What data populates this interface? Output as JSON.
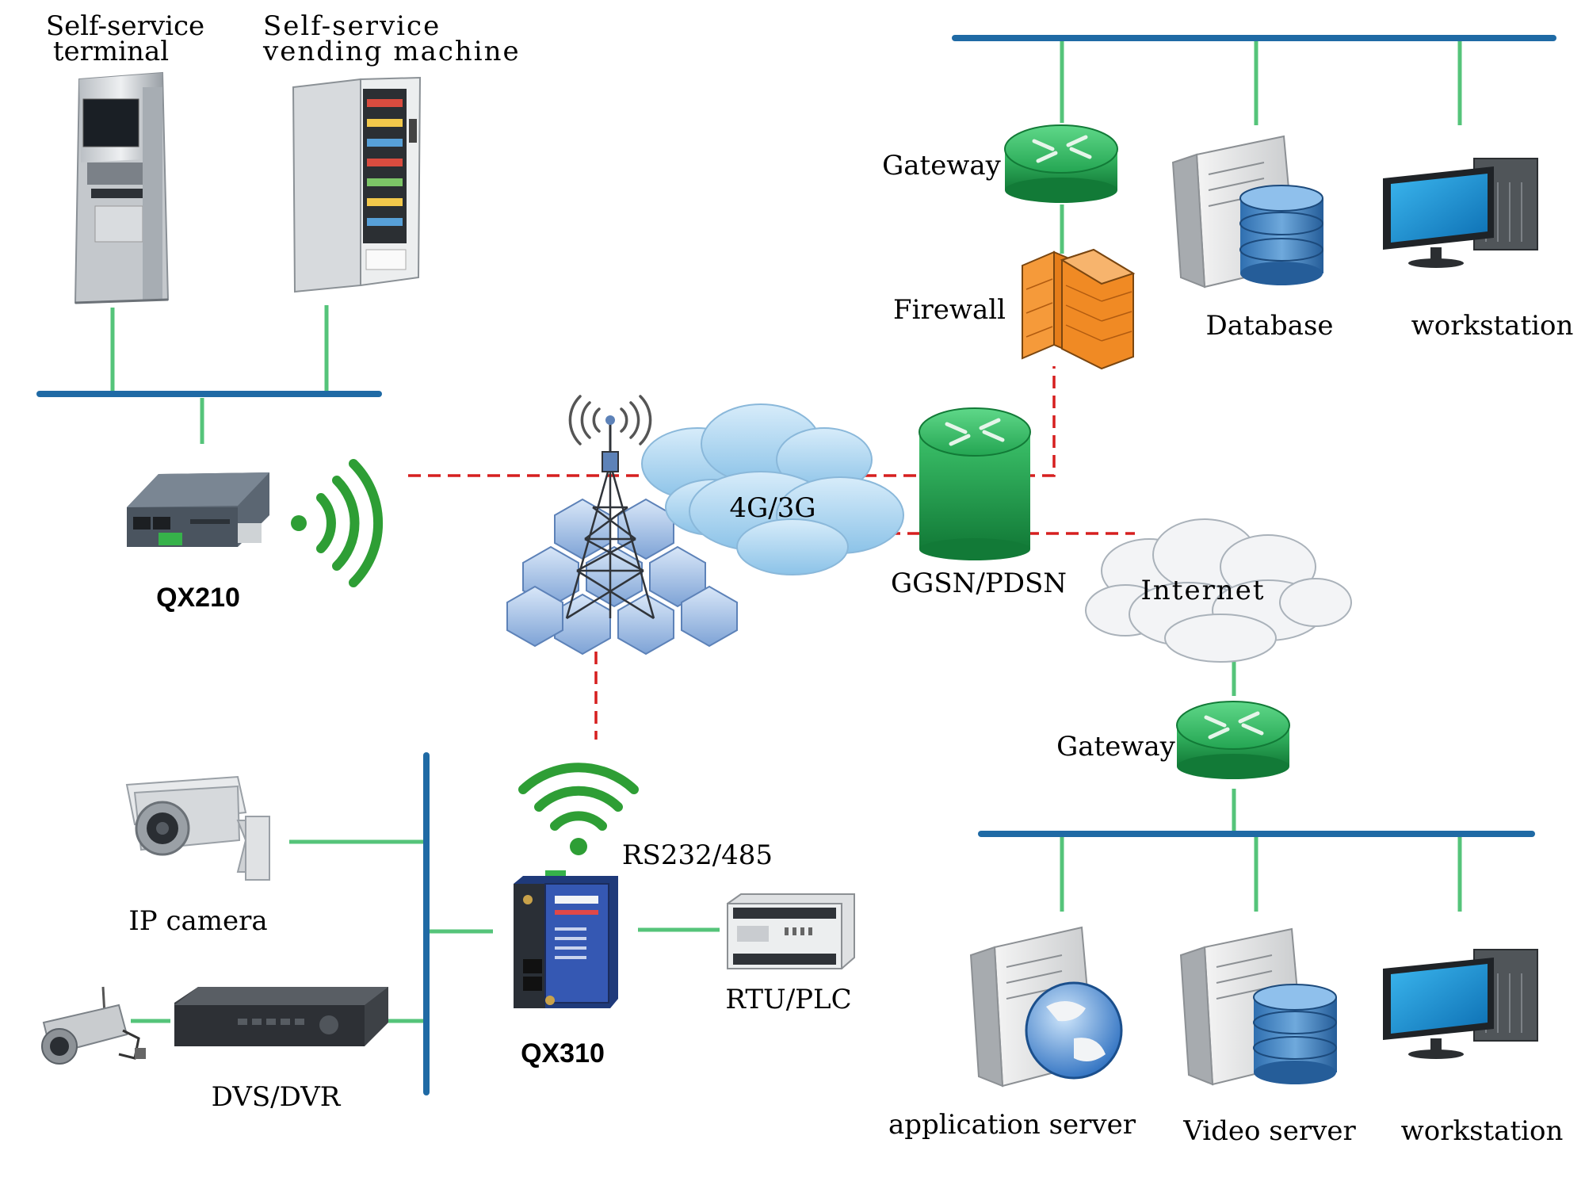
{
  "labels": {
    "self_service_terminal_line1": "Self-service",
    "self_service_terminal_line2": "terminal",
    "vending_machine_line1": "Self-service",
    "vending_machine_line2": "vending machine",
    "qx210": "QX210",
    "network": "4G/3G",
    "ggsn": "GGSN/PDSN",
    "internet": "Internet",
    "gateway_top": "Gateway",
    "firewall": "Firewall",
    "database": "Database",
    "workstation_top": "workstation",
    "gateway_bottom": "Gateway",
    "application_server": "application server",
    "video_server": "Video server",
    "workstation_bottom": "workstation",
    "ip_camera": "IP camera",
    "dvs_dvr": "DVS/DVR",
    "qx310": "QX310",
    "rs232": "RS232/485",
    "rtu_plc": "RTU/PLC"
  },
  "colors": {
    "bus_blue": "#1f6aa5",
    "link_green": "#55c47a",
    "wireless_red": "#d61f1f",
    "router_green": "#1c9a4a",
    "wifi_green": "#2e9e35",
    "firewall_orange": "#f08a24",
    "cloud_blue": "#a9d4ee",
    "cloud_gray": "#e2e6ea"
  }
}
